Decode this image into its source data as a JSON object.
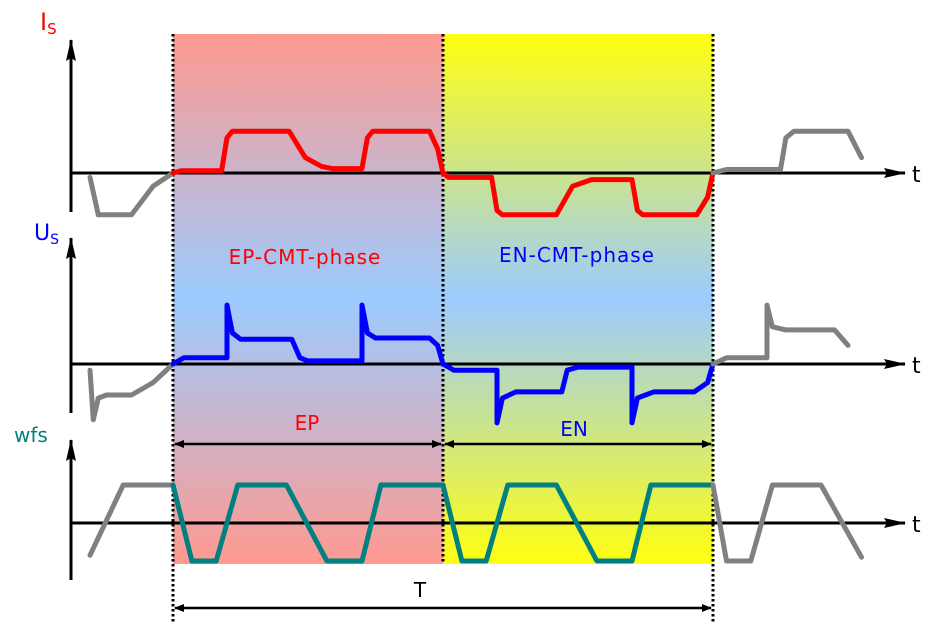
{
  "colors": {
    "current": "#ff0000",
    "voltage": "#0000ff",
    "wfs": "#008080",
    "inactive": "#808080",
    "axis": "#000000",
    "ep_top": "#ff9a90",
    "ep_mid": "#9ccbff",
    "ep_bottom": "#ff9a90",
    "en_top": "#ffff10",
    "en_mid": "#9ccbff",
    "en_bottom": "#ffff10"
  },
  "axes": {
    "current": {
      "label": "I",
      "sub": "S",
      "t_label": "t"
    },
    "voltage": {
      "label": "U",
      "sub": "S",
      "t_label": "t"
    },
    "wfs": {
      "label": "wfs",
      "t_label": "t"
    }
  },
  "phases": {
    "ep": {
      "label": "EP-CMT-phase",
      "interval_label": "EP"
    },
    "en": {
      "label": "EN-CMT-phase",
      "interval_label": "EN"
    },
    "period_label": "T"
  },
  "signals": {
    "current": {
      "prev": [
        [
          0,
          -0.1
        ],
        [
          0.05,
          -0.95
        ],
        [
          0.25,
          -0.95
        ],
        [
          0.38,
          -0.3
        ],
        [
          0.5,
          0
        ]
      ],
      "ep": [
        [
          0,
          0
        ],
        [
          0.03,
          0.05
        ],
        [
          0.18,
          0.05
        ],
        [
          0.2,
          0.8
        ],
        [
          0.22,
          0.95
        ],
        [
          0.43,
          0.95
        ],
        [
          0.49,
          0.35
        ],
        [
          0.55,
          0.15
        ],
        [
          0.59,
          0.1
        ],
        [
          0.7,
          0.1
        ],
        [
          0.72,
          0.8
        ],
        [
          0.74,
          0.95
        ],
        [
          0.95,
          0.95
        ],
        [
          0.98,
          0.55
        ],
        [
          1,
          0
        ]
      ],
      "en": [
        [
          0,
          0
        ],
        [
          0.02,
          -0.1
        ],
        [
          0.18,
          -0.1
        ],
        [
          0.2,
          -0.85
        ],
        [
          0.22,
          -0.95
        ],
        [
          0.42,
          -0.95
        ],
        [
          0.48,
          -0.3
        ],
        [
          0.55,
          -0.15
        ],
        [
          0.7,
          -0.15
        ],
        [
          0.72,
          -0.85
        ],
        [
          0.74,
          -0.95
        ],
        [
          0.94,
          -0.95
        ],
        [
          0.98,
          -0.55
        ],
        [
          1,
          0
        ]
      ],
      "next": [
        [
          0,
          0
        ],
        [
          0.05,
          0.08
        ],
        [
          0.25,
          0.08
        ],
        [
          0.27,
          0.8
        ],
        [
          0.3,
          0.95
        ],
        [
          0.5,
          0.95
        ],
        [
          0.55,
          0.35
        ]
      ]
    },
    "voltage": {
      "prev": [
        [
          0,
          -0.1
        ],
        [
          0.02,
          -0.9
        ],
        [
          0.05,
          -0.55
        ],
        [
          0.1,
          -0.5
        ],
        [
          0.25,
          -0.5
        ],
        [
          0.38,
          -0.3
        ],
        [
          0.5,
          0
        ]
      ],
      "ep": [
        [
          0,
          0
        ],
        [
          0.04,
          0.1
        ],
        [
          0.2,
          0.1
        ],
        [
          0.2,
          0.95
        ],
        [
          0.22,
          0.5
        ],
        [
          0.25,
          0.4
        ],
        [
          0.44,
          0.4
        ],
        [
          0.47,
          0.1
        ],
        [
          0.5,
          0.05
        ],
        [
          0.7,
          0.05
        ],
        [
          0.7,
          0.95
        ],
        [
          0.72,
          0.5
        ],
        [
          0.75,
          0.42
        ],
        [
          0.95,
          0.42
        ],
        [
          0.98,
          0.3
        ],
        [
          1,
          0
        ]
      ],
      "en": [
        [
          0,
          0
        ],
        [
          0.04,
          -0.1
        ],
        [
          0.2,
          -0.1
        ],
        [
          0.2,
          -0.95
        ],
        [
          0.22,
          -0.55
        ],
        [
          0.27,
          -0.45
        ],
        [
          0.44,
          -0.45
        ],
        [
          0.46,
          -0.1
        ],
        [
          0.5,
          -0.05
        ],
        [
          0.7,
          -0.05
        ],
        [
          0.7,
          -0.95
        ],
        [
          0.72,
          -0.55
        ],
        [
          0.78,
          -0.45
        ],
        [
          0.93,
          -0.45
        ],
        [
          0.98,
          -0.3
        ],
        [
          1,
          0
        ]
      ],
      "next": [
        [
          0,
          0
        ],
        [
          0.05,
          0.1
        ],
        [
          0.2,
          0.1
        ],
        [
          0.2,
          0.95
        ],
        [
          0.22,
          0.6
        ],
        [
          0.27,
          0.55
        ],
        [
          0.45,
          0.55
        ],
        [
          0.5,
          0.3
        ]
      ]
    },
    "wfs": {
      "prev": [
        [
          0,
          -0.85
        ],
        [
          0.2,
          1
        ],
        [
          0.5,
          1
        ]
      ],
      "ep": [
        [
          0,
          1
        ],
        [
          0.07,
          -1
        ],
        [
          0.16,
          -1
        ],
        [
          0.24,
          1
        ],
        [
          0.42,
          1
        ],
        [
          0.57,
          -1
        ],
        [
          0.7,
          -1
        ],
        [
          0.77,
          1
        ],
        [
          0.96,
          1
        ],
        [
          1,
          1
        ]
      ],
      "en": [
        [
          0,
          1
        ],
        [
          0.07,
          -1
        ],
        [
          0.16,
          -1
        ],
        [
          0.24,
          1
        ],
        [
          0.42,
          1
        ],
        [
          0.57,
          -1
        ],
        [
          0.7,
          -1
        ],
        [
          0.77,
          1
        ],
        [
          1,
          1
        ]
      ],
      "next": [
        [
          0,
          1
        ],
        [
          0.05,
          -1
        ],
        [
          0.14,
          -1
        ],
        [
          0.22,
          1
        ],
        [
          0.4,
          1
        ],
        [
          0.55,
          -0.9
        ]
      ]
    }
  }
}
